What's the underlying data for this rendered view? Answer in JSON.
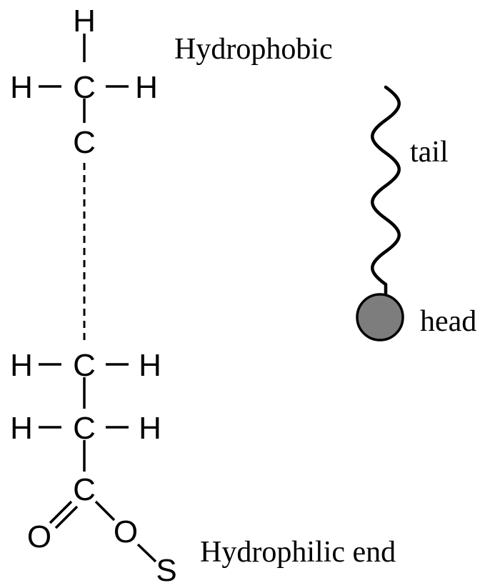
{
  "structure": {
    "atoms": {
      "h_top": "H",
      "h_left_1": "H",
      "c_1": "C",
      "h_right_1": "H",
      "c_2": "C",
      "h_left_2": "H",
      "c_3": "C",
      "h_right_2": "H",
      "h_left_3": "H",
      "c_4": "C",
      "h_right_3": "H",
      "c_5": "C",
      "o_double": "O",
      "o_single": "O",
      "s": "S"
    }
  },
  "labels": {
    "hydrophobic": "Hydrophobic",
    "tail": "tail",
    "head": "head",
    "hydrophilic_end": "Hydrophilic end"
  },
  "colors": {
    "head_fill": "#7d7d7d",
    "line": "#000000"
  }
}
